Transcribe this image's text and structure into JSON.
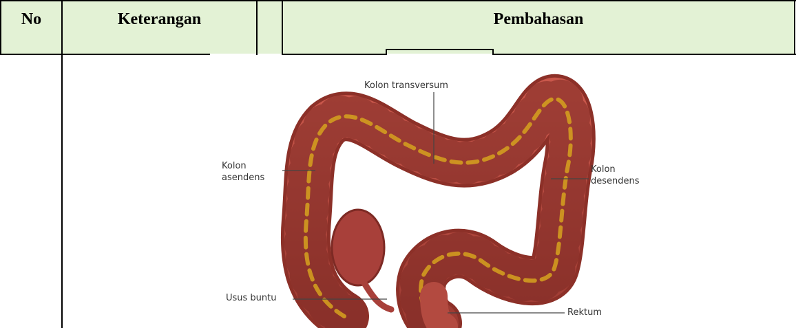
{
  "table": {
    "headers": {
      "no": "No",
      "keterangan": "Keterangan",
      "pembahasan": "Pembahasan"
    }
  },
  "figure": {
    "labels": {
      "transversum": "Kolon transversum",
      "asendens_1": "Kolon",
      "asendens_2": "asendens",
      "desendens_1": "Kolon",
      "desendens_2": "desendens",
      "usus_buntu": "Usus buntu",
      "rektum": "Rektum"
    },
    "colors": {
      "tissue": "#b8453c",
      "tissue_dark": "#7d2a24",
      "vessel": "#d6a21f"
    }
  }
}
